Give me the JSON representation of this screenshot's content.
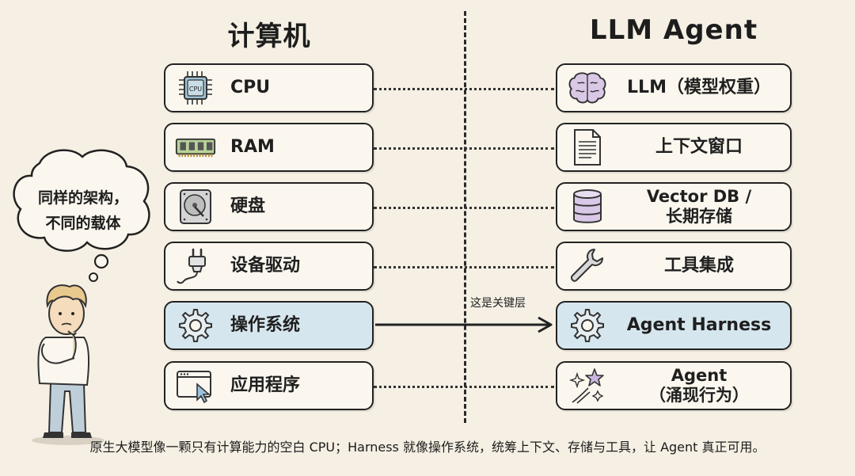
{
  "left": {
    "title": "计算机",
    "items": [
      {
        "label": "CPU",
        "icon": "cpu-chip-icon"
      },
      {
        "label": "RAM",
        "icon": "ram-module-icon"
      },
      {
        "label": "硬盘",
        "icon": "hard-disk-icon"
      },
      {
        "label": "设备驱动",
        "icon": "power-plug-icon"
      },
      {
        "label": "操作系统",
        "icon": "gear-icon",
        "highlight": true
      },
      {
        "label": "应用程序",
        "icon": "app-window-cursor-icon"
      }
    ]
  },
  "right": {
    "title": "LLM Agent",
    "items": [
      {
        "label": "LLM（模型权重）",
        "icon": "brain-icon"
      },
      {
        "label": "上下文窗口",
        "icon": "document-icon"
      },
      {
        "label_line1": "Vector DB /",
        "label_line2": "长期存储",
        "icon": "database-icon"
      },
      {
        "label": "工具集成",
        "icon": "wrench-icon"
      },
      {
        "label": "Agent Harness",
        "icon": "gear-icon",
        "highlight": true
      },
      {
        "label_line1": "Agent",
        "label_line2": "（涌现行为）",
        "icon": "sparkles-icon"
      }
    ]
  },
  "connector": {
    "key_label": "这是关键层"
  },
  "thought": {
    "line1": "同样的架构，",
    "line2": "不同的载体"
  },
  "caption": "原生大模型像一颗只有计算能力的空白 CPU；Harness 就像操作系统，统筹上下文、存储与工具，让 Agent 真正可用。",
  "colors": {
    "background": "#f6f0e4",
    "highlight": "#d6e6ee",
    "stroke": "#222222"
  }
}
